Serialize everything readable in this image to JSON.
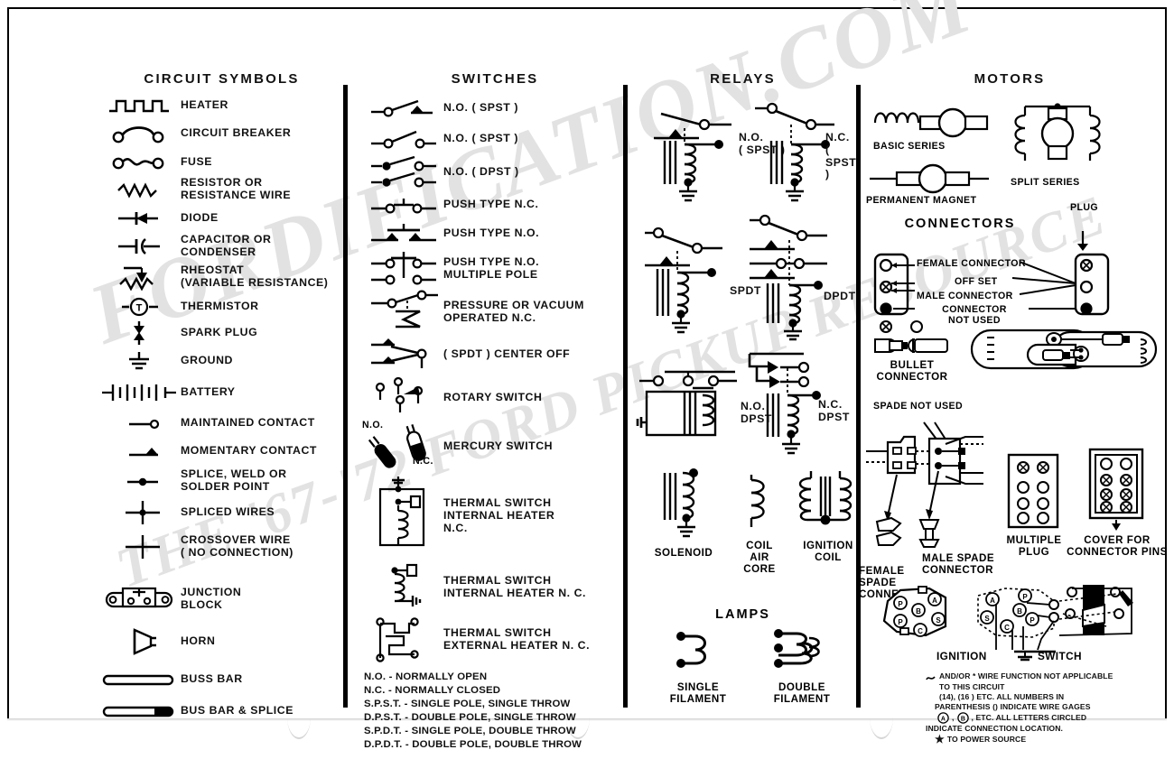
{
  "document": {
    "watermark_line1": "FORDIFICATION.COM",
    "watermark_line2": "THE '67-'72 FORD PICKUP RESOURCE"
  },
  "columns": {
    "circuit_symbols": {
      "title": "CIRCUIT SYMBOLS",
      "items": [
        {
          "icon": "heater-symbol",
          "label": "HEATER"
        },
        {
          "icon": "circuit-breaker-symbol",
          "label": "CIRCUIT BREAKER"
        },
        {
          "icon": "fuse-symbol",
          "label": "FUSE"
        },
        {
          "icon": "resistor-symbol",
          "label": "RESISTOR OR\nRESISTANCE WIRE"
        },
        {
          "icon": "diode-symbol",
          "label": "DIODE"
        },
        {
          "icon": "capacitor-symbol",
          "label": "CAPACITOR OR CONDENSER"
        },
        {
          "icon": "rheostat-symbol",
          "label": "RHEOSTAT\n(VARIABLE RESISTANCE)"
        },
        {
          "icon": "thermistor-symbol",
          "label": "THERMISTOR"
        },
        {
          "icon": "spark-plug-symbol",
          "label": "SPARK PLUG"
        },
        {
          "icon": "ground-symbol",
          "label": "GROUND"
        },
        {
          "icon": "battery-symbol",
          "label": "BATTERY"
        },
        {
          "icon": "maintained-contact-symbol",
          "label": "MAINTAINED CONTACT"
        },
        {
          "icon": "momentary-contact-symbol",
          "label": "MOMENTARY CONTACT"
        },
        {
          "icon": "splice-weld-symbol",
          "label": "SPLICE, WELD OR\nSOLDER POINT"
        },
        {
          "icon": "spliced-wires-symbol",
          "label": "SPLICED WIRES"
        },
        {
          "icon": "crossover-wire-symbol",
          "label": "CROSSOVER WIRE\n( NO CONNECTION)"
        },
        {
          "icon": "junction-block-symbol",
          "label": "JUNCTION\nBLOCK"
        },
        {
          "icon": "horn-symbol",
          "label": "HORN"
        },
        {
          "icon": "buss-bar-symbol",
          "label": "BUSS BAR"
        },
        {
          "icon": "bus-bar-splice-symbol",
          "label": "BUS BAR & SPLICE"
        }
      ]
    },
    "switches": {
      "title": "SWITCHES",
      "items": [
        {
          "icon": "no-spst-lever-symbol",
          "label": "N.O. ( SPST )"
        },
        {
          "icon": "no-spst-symbol",
          "label": "N.O. ( SPST )"
        },
        {
          "icon": "no-dpst-symbol",
          "label": "N.O. ( DPST )"
        },
        {
          "icon": "push-type-nc-symbol",
          "label": "PUSH TYPE N.C."
        },
        {
          "icon": "push-type-no-symbol",
          "label": "PUSH TYPE N.O."
        },
        {
          "icon": "push-type-no-multiple-pole-symbol",
          "label": "PUSH TYPE N.O.\nMULTIPLE POLE"
        },
        {
          "icon": "pressure-vacuum-symbol",
          "label": "PRESSURE OR VACUUM\nOPERATED N.C."
        },
        {
          "icon": "spdt-center-off-symbol",
          "label": "( SPDT ) CENTER OFF"
        },
        {
          "icon": "rotary-switch-symbol",
          "label": "ROTARY SWITCH"
        },
        {
          "icon": "mercury-switch-symbol",
          "label": "MERCURY SWITCH"
        },
        {
          "icon": "thermal-switch-internal-heater-symbol",
          "label": "THERMAL SWITCH\nINTERNAL HEATER\nN.C."
        },
        {
          "icon": "thermal-switch-internal-heater-2-symbol",
          "label": "THERMAL SWITCH\nINTERNAL HEATER N. C."
        },
        {
          "icon": "thermal-switch-external-heater-symbol",
          "label": "THERMAL SWITCH\nEXTERNAL HEATER N. C."
        }
      ],
      "mercury_labels": {
        "no": "N.O.",
        "nc": "N.C."
      },
      "abbreviations": [
        "N.O. - NORMALLY OPEN",
        "N.C. - NORMALLY CLOSED",
        "S.P.S.T. - SINGLE POLE, SINGLE THROW",
        "D.P.S.T. - DOUBLE POLE, SINGLE THROW",
        "S.P.D.T. - SINGLE POLE, DOUBLE THROW",
        "D.P.D.T. - DOUBLE POLE, DOUBLE THROW"
      ]
    },
    "relays": {
      "title": "RELAYS",
      "items": [
        {
          "icon": "relay-no-spst",
          "label": "N.O.\n( SPST )"
        },
        {
          "icon": "relay-nc-spst",
          "label": "N.C.\n( SPST )"
        },
        {
          "icon": "relay-spdt",
          "label": "SPDT"
        },
        {
          "icon": "relay-dpdt",
          "label": "DPDT"
        },
        {
          "icon": "relay-no-dpst",
          "label": "N.O.\nDPST"
        },
        {
          "icon": "relay-nc-dpst",
          "label": "N.C.\nDPST"
        }
      ],
      "coils": [
        {
          "icon": "solenoid-symbol",
          "label": "SOLENOID"
        },
        {
          "icon": "coil-air-core-symbol",
          "label": "COIL\nAIR\nCORE"
        },
        {
          "icon": "ignition-coil-symbol",
          "label": "IGNITION\nCOIL"
        }
      ],
      "lamps": {
        "title": "LAMPS",
        "items": [
          {
            "icon": "single-filament-lamp-symbol",
            "label": "SINGLE\nFILAMENT"
          },
          {
            "icon": "double-filament-lamp-symbol",
            "label": "DOUBLE\nFILAMENT"
          }
        ]
      }
    },
    "motors": {
      "title": "MOTORS",
      "items": [
        {
          "icon": "basic-series-motor-symbol",
          "label": "BASIC SERIES"
        },
        {
          "icon": "split-series-motor-symbol",
          "label": "SPLIT SERIES"
        },
        {
          "icon": "permanent-magnet-motor-symbol",
          "label": "PERMANENT MAGNET"
        }
      ],
      "connectors": {
        "title": "CONNECTORS",
        "callouts": {
          "plug": "PLUG",
          "female_connector": "FEMALE CONNECTOR",
          "off_set": "OFF SET",
          "male_connector": "MALE CONNECTOR",
          "connector_not_used": "CONNECTOR\nNOT USED"
        },
        "items": [
          {
            "icon": "bullet-connector-symbol",
            "label": "BULLET\nCONNECTOR"
          },
          {
            "icon": "spade-not-used-symbol",
            "label": "SPADE NOT USED"
          },
          {
            "icon": "female-spade-connector-symbol",
            "label": "FEMALE\nSPADE\nCONNECTOR"
          },
          {
            "icon": "male-spade-connector-symbol",
            "label": "MALE SPADE\nCONNECTOR"
          },
          {
            "icon": "multiple-plug-symbol",
            "label": "MULTIPLE\nPLUG"
          },
          {
            "icon": "cover-connector-pins-symbol",
            "label": "COVER FOR\nCONNECTOR PINS"
          }
        ]
      },
      "ignition_switch": {
        "label_left": "IGNITION",
        "label_right": "SWITCH",
        "terminals": [
          "A",
          "B",
          "C",
          "S",
          "P"
        ]
      },
      "notes": [
        "AND/OR * WIRE FUNCTION NOT APPLICABLE",
        "TO THIS CIRCUIT",
        "(14), (16 ) ETC. ALL NUMBERS IN",
        "PARENTHESIS ()  INDICATE WIRE GAGES",
        ", ETC. ALL LETTERS CIRCLED",
        "INDICATE CONNECTION LOCATION.",
        "TO POWER SOURCE"
      ],
      "note_letters": {
        "a": "A",
        "b": "B"
      }
    }
  }
}
